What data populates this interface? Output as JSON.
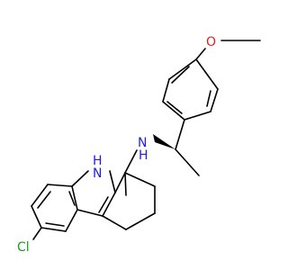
{
  "molecule": {
    "atoms": {
      "oxygen": "O",
      "amine_nh": "N",
      "amine_h": "H",
      "indole_n": "N",
      "indole_h": "H",
      "chlorine": "Cl"
    },
    "colors": {
      "oxygen": "#e0201b",
      "nitrogen": "#1f20d9",
      "chlorine": "#1a9e1a",
      "bond": "#000000"
    }
  }
}
